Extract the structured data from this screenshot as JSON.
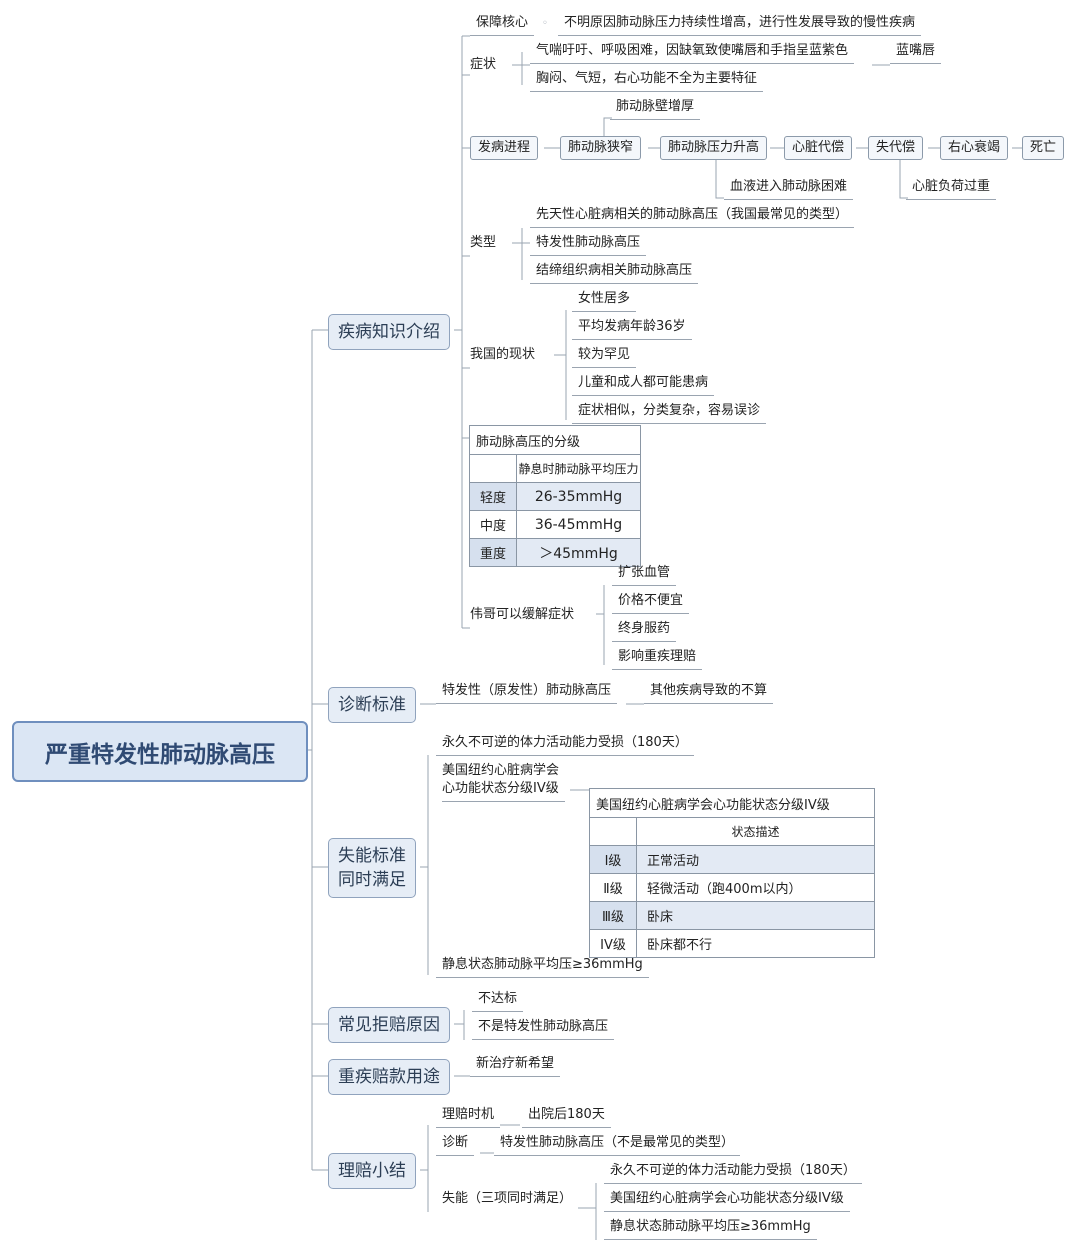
{
  "root": "严重特发性肺动脉高压",
  "b1": {
    "label": "疾病知识介绍",
    "core": {
      "label": "保障核心",
      "text": "不明原因肺动脉压力持续性增高，进行性发展导致的慢性疾病"
    },
    "symptoms": {
      "label": "症状",
      "items": [
        "气喘吁吁、呼吸困难，因缺氧致使嘴唇和手指呈蓝紫色",
        "胸闷、气短，右心功能不全为主要特征"
      ],
      "extra": "蓝嘴唇"
    },
    "progress": {
      "label": "发病进程",
      "steps": [
        "肺动脉狭窄",
        "肺动脉压力升高",
        "心脏代偿",
        "失代偿",
        "右心衰竭",
        "死亡"
      ],
      "note_above": "肺动脉壁增厚",
      "note_below1": "血液进入肺动脉困难",
      "note_below2": "心脏负荷过重"
    },
    "types": {
      "label": "类型",
      "items": [
        "先天性心脏病相关的肺动脉高压（我国最常见的类型）",
        "特发性肺动脉高压",
        "结缔组织病相关肺动脉高压"
      ]
    },
    "status": {
      "label": "我国的现状",
      "items": [
        "女性居多",
        "平均发病年龄36岁",
        "较为罕见",
        "儿童和成人都可能患病",
        "症状相似，分类复杂，容易误诊"
      ]
    },
    "grading": {
      "title": "肺动脉高压的分级",
      "header": "静息时肺动脉平均压力",
      "rows": [
        {
          "level": "轻度",
          "value": "26-35mmHg"
        },
        {
          "level": "中度",
          "value": "36-45mmHg"
        },
        {
          "level": "重度",
          "value": "＞45mmHg"
        }
      ]
    },
    "viagra": {
      "label": "伟哥可以缓解症状",
      "items": [
        "扩张血管",
        "价格不便宜",
        "终身服药",
        "影响重疾理赔"
      ]
    }
  },
  "b2": {
    "label": "诊断标准",
    "item": "特发性（原发性）肺动脉高压",
    "note": "其他疾病导致的不算"
  },
  "b3": {
    "label_line1": "失能标准",
    "label_line2": "同时满足",
    "item1": "永久不可逆的体力活动能力受损（180天）",
    "item2_line1": "美国纽约心脏病学会",
    "item2_line2": "心功能状态分级IV级",
    "table": {
      "title": "美国纽约心脏病学会心功能状态分级IV级",
      "header": "状态描述",
      "rows": [
        {
          "level": "Ⅰ级",
          "desc": "正常活动"
        },
        {
          "level": "Ⅱ级",
          "desc": "轻微活动（跑400m以内）"
        },
        {
          "level": "Ⅲ级",
          "desc": "卧床"
        },
        {
          "level": "IV级",
          "desc": "卧床都不行"
        }
      ]
    },
    "item3": "静息状态肺动脉平均压≥36mmHg"
  },
  "b4": {
    "label": "常见拒赔原因",
    "items": [
      "不达标",
      "不是特发性肺动脉高压"
    ]
  },
  "b5": {
    "label": "重疾赔款用途",
    "item": "新治疗新希望"
  },
  "b6": {
    "label": "理赔小结",
    "timing": {
      "label": "理赔时机",
      "text": "出院后180天"
    },
    "diag": {
      "label": "诊断",
      "text": "特发性肺动脉高压（不是最常见的类型）"
    },
    "disab": {
      "label": "失能（三项同时满足）",
      "items": [
        "永久不可逆的体力活动能力受损（180天）",
        "美国纽约心脏病学会心功能状态分级IV级",
        "静息状态肺动脉平均压≥36mmHg"
      ]
    }
  }
}
